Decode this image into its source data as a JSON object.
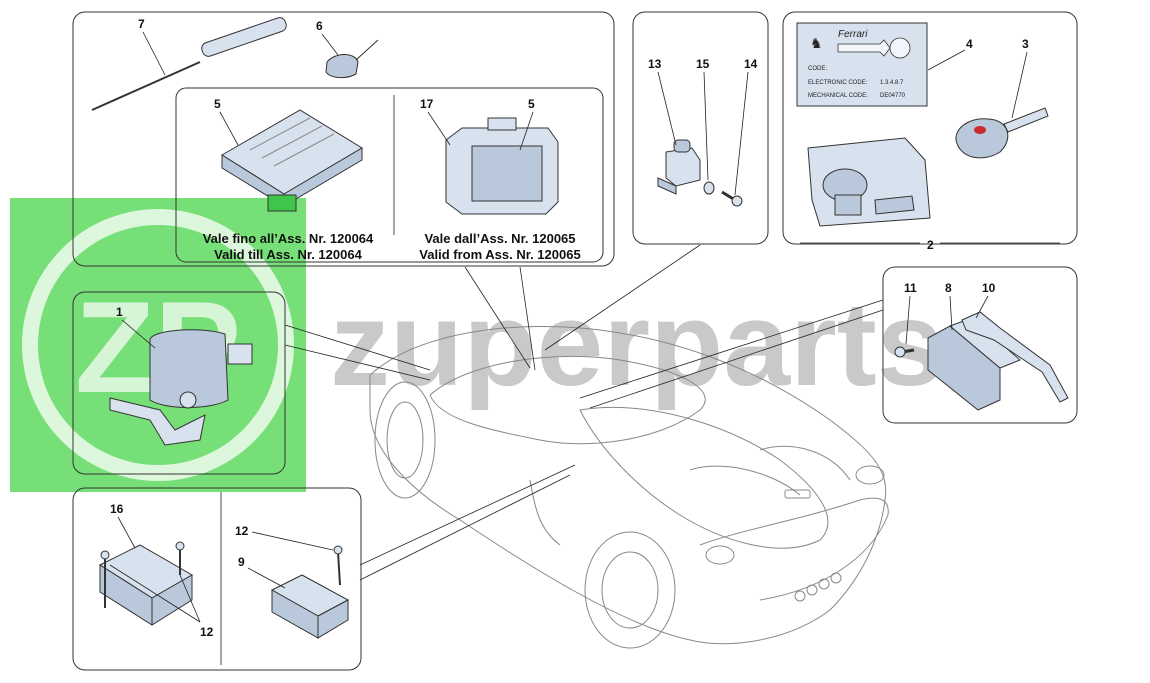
{
  "watermark": {
    "brand": "zuperparts",
    "logo_letters": "ZP",
    "color": "#3dd13d"
  },
  "callouts": {
    "n1": "1",
    "n2": "2",
    "n3": "3",
    "n4": "4",
    "n5a": "5",
    "n5b": "5",
    "n6": "6",
    "n7": "7",
    "n8": "8",
    "n9": "9",
    "n10": "10",
    "n11": "11",
    "n12a": "12",
    "n12b": "12",
    "n13": "13",
    "n14": "14",
    "n15": "15",
    "n16": "16",
    "n17": "17"
  },
  "captions": {
    "left_it": "Vale fino all’Ass. Nr. 120064",
    "left_en": "Valid till Ass. Nr. 120064",
    "right_it": "Vale dall’Ass. Nr. 120065",
    "right_en": "Valid from Ass. Nr. 120065"
  },
  "code_tag": {
    "brand": "Ferrari",
    "code_label": "CODE:",
    "electronic_label": "ELECTRONIC CODE:",
    "electronic_value": "1.3.4.8.7",
    "mechanical_label": "MECHANICAL CODE:",
    "mechanical_value": "DE04770"
  }
}
